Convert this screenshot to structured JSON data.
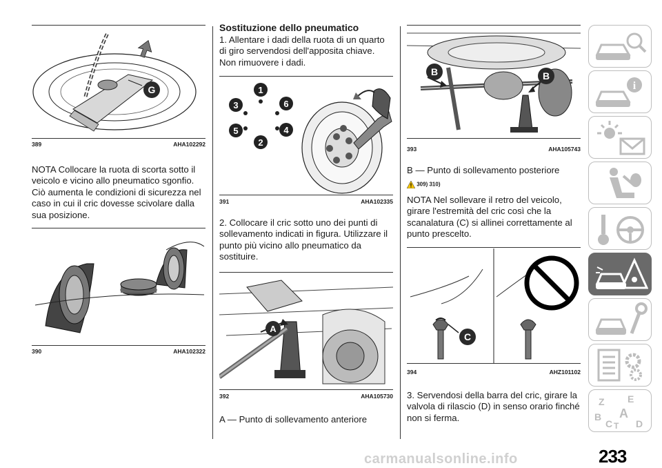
{
  "col1": {
    "fig389": {
      "num": "389",
      "code": "AHA102292",
      "label_g": "G"
    },
    "note": "NOTA Collocare la ruota di scorta sotto il veicolo e vicino allo pneumatico sgonfio. Ciò aumenta le condizioni di sicurezza nel caso in cui il cric dovesse scivolare dalla sua posizione.",
    "fig390": {
      "num": "390",
      "code": "AHA102322"
    }
  },
  "col2": {
    "heading": "Sostituzione dello pneumatico",
    "step1": "1. Allentare i dadi della ruota di un quarto di giro servendosi dell'apposita chiave. Non rimuovere i dadi.",
    "fig391": {
      "num": "391",
      "code": "AHA102335",
      "nut_labels": [
        "1",
        "2",
        "3",
        "4",
        "5",
        "6"
      ]
    },
    "step2": "2. Collocare il cric sotto uno dei punti di sollevamento indicati in figura. Utilizzare il punto più vicino allo pneumatico da sostituire.",
    "fig392": {
      "num": "392",
      "code": "AHA105730",
      "label_a": "A"
    },
    "caption_a": "A — Punto di sollevamento anteriore"
  },
  "col3": {
    "fig393": {
      "num": "393",
      "code": "AHA105743",
      "label_b": "B"
    },
    "caption_b": "B — Punto di sollevamento posteriore",
    "warning_refs": "309) 310)",
    "note": "NOTA Nel sollevare il retro del veicolo, girare l'estremità del cric così che la scanalatura (C) si allinei correttamente al punto prescelto.",
    "fig394": {
      "num": "394",
      "code": "AHZ101102",
      "label_c": "C"
    },
    "step3": "3. Servendosi della barra del cric, girare la valvola di rilascio (D) in senso orario finché non si ferma."
  },
  "tabs": [
    {
      "icon": "car-search-icon",
      "active": false
    },
    {
      "icon": "car-info-icon",
      "active": false
    },
    {
      "icon": "light-mail-icon",
      "active": false
    },
    {
      "icon": "seat-airbag-icon",
      "active": false
    },
    {
      "icon": "key-steering-icon",
      "active": false
    },
    {
      "icon": "car-warning-icon",
      "active": true
    },
    {
      "icon": "car-wrench-icon",
      "active": false
    },
    {
      "icon": "list-gear-icon",
      "active": false
    },
    {
      "icon": "alphabet-index-icon",
      "active": false
    }
  ],
  "index_letters": [
    "Z",
    "E",
    "A",
    "B",
    "C",
    "T",
    "D"
  ],
  "page_number": "233",
  "watermark": "carmanualsonline.info"
}
